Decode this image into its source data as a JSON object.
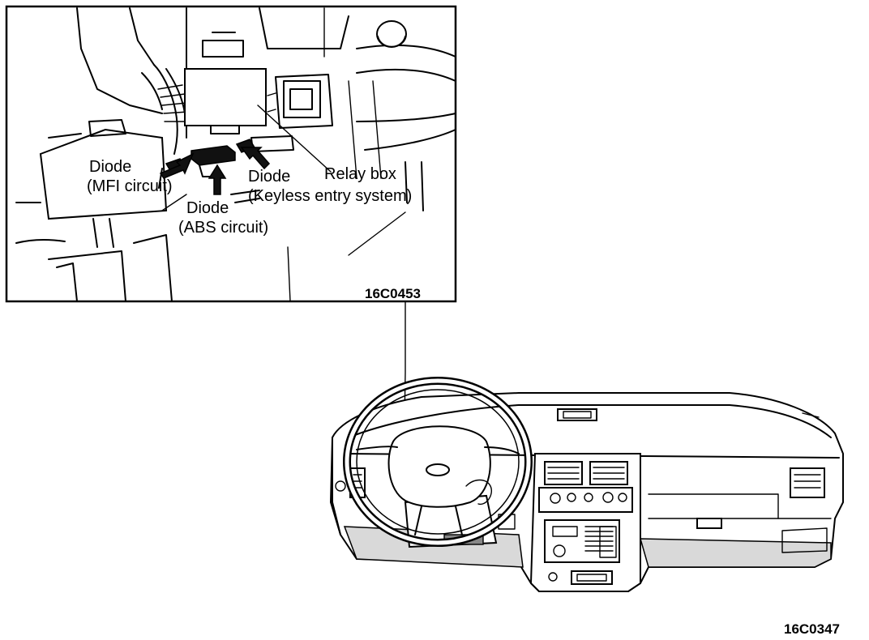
{
  "inset": {
    "labels": {
      "diode_mfi_line1": "Diode",
      "diode_mfi_line2": "(MFI circuit)",
      "diode_abs_line1": "Diode",
      "diode_abs_line2": "(ABS circuit)",
      "diode_keyless_line1": "Diode",
      "diode_keyless_line2": "(Keyless entry system)",
      "relay_box": "Relay box"
    },
    "figure_code": "16C0453"
  },
  "main": {
    "figure_code": "16C0347"
  }
}
